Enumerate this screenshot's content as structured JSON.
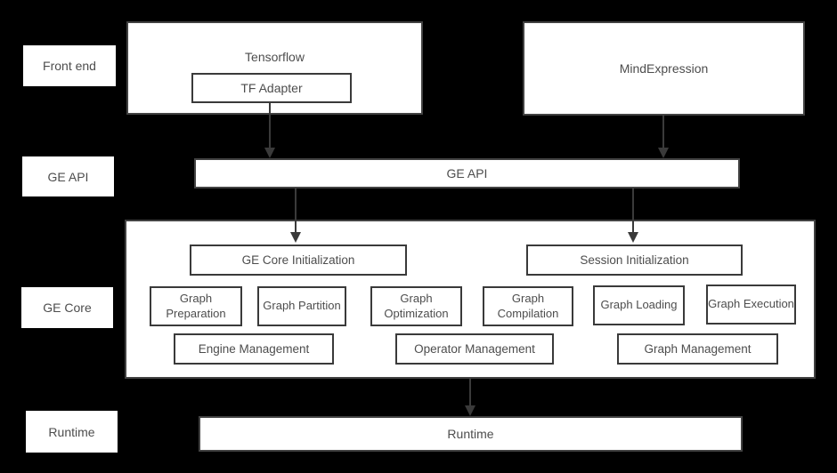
{
  "colors": {
    "background": "#000000",
    "box_fill": "#ffffff",
    "box_border": "#3d3d3d",
    "text": "#4d4d4d",
    "arrow": "#3a3a3a"
  },
  "side_labels": [
    {
      "label": "Front end"
    },
    {
      "label": "GE API"
    },
    {
      "label": "GE Core"
    },
    {
      "label": "Runtime"
    }
  ],
  "frontend": {
    "tensorflow_label": "Tensorflow",
    "tf_adapter_label": "TF Adapter",
    "mindexpression_label": "MindExpression"
  },
  "ge_api": {
    "label": "GE API"
  },
  "ge_core": {
    "init_boxes": [
      {
        "label": "GE Core Initialization"
      },
      {
        "label": "Session Initialization"
      }
    ],
    "stage_boxes": [
      {
        "label": "Graph Preparation"
      },
      {
        "label": "Graph Partition"
      },
      {
        "label": "Graph Optimization"
      },
      {
        "label": "Graph Compilation"
      },
      {
        "label": "Graph Loading"
      },
      {
        "label": "Graph Execution"
      }
    ],
    "management_boxes": [
      {
        "label": "Engine Management"
      },
      {
        "label": "Operator Management"
      },
      {
        "label": "Graph Management"
      }
    ]
  },
  "runtime": {
    "label": "Runtime"
  }
}
